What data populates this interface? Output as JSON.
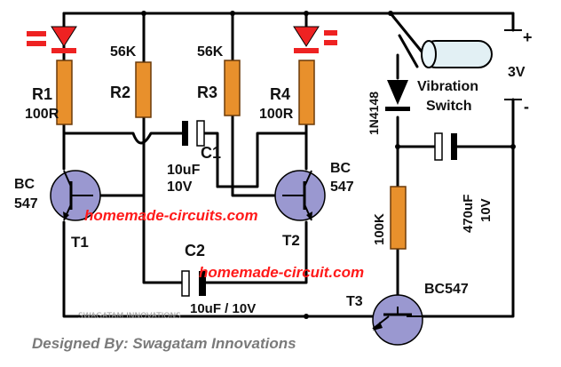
{
  "components": {
    "r1": {
      "name": "R1",
      "value": "100R"
    },
    "r2": {
      "name": "R2",
      "value": "56K"
    },
    "r3": {
      "name": "R3",
      "value": "56K"
    },
    "r4": {
      "name": "R4",
      "value": "100R"
    },
    "c1": {
      "name": "C1",
      "value_line1": "10uF",
      "value_line2": "10V"
    },
    "c2": {
      "name": "C2",
      "value": "10uF / 10V"
    },
    "c3": {
      "value_line1": "470uF",
      "value_line2": "10V"
    },
    "t1": {
      "name": "T1",
      "type_line1": "BC",
      "type_line2": "547"
    },
    "t2": {
      "name": "T2",
      "type_line1": "BC",
      "type_line2": "547"
    },
    "t3": {
      "name": "T3",
      "type": "BC547"
    },
    "diode": {
      "name": "1N4148"
    },
    "r5": {
      "value": "100K"
    },
    "switch": {
      "line1": "Vibration",
      "line2": "Switch"
    },
    "battery": {
      "plus": "+",
      "voltage": "3V",
      "minus": "-"
    }
  },
  "watermarks": {
    "site1": "homemade-circuits.com",
    "site2": "homemade-circuit.com",
    "brand": "SWAGATAM INNOVATIONS"
  },
  "footer": {
    "credit": "Designed By: Swagatam Innovations"
  },
  "colors": {
    "wire": "#000000",
    "resistor": "#e8902c",
    "led": "#ee2222",
    "transistor": "#9a98d0",
    "watermark": "#ff1a1a"
  }
}
